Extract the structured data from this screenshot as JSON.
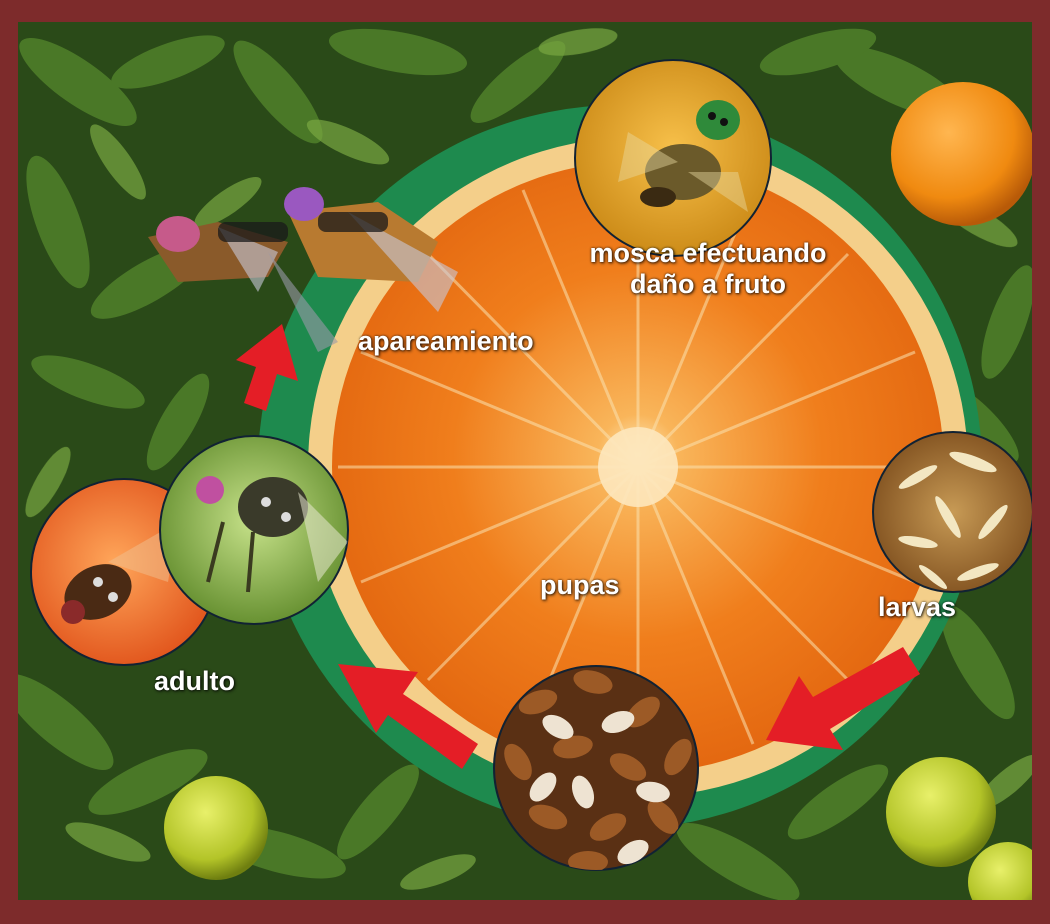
{
  "diagram": {
    "stages": {
      "damage": {
        "label_line1": "mosca efectuando",
        "label_line2": "daño a fruto"
      },
      "mating": {
        "label": "apareamiento"
      },
      "larvae": {
        "label": "larvas"
      },
      "pupae": {
        "label": "pupas"
      },
      "adult": {
        "label": "adulto"
      }
    },
    "colors": {
      "frame": "#7d2b2b",
      "ring": "#1e8a4e",
      "arrow": "#e41e26",
      "orange_flesh": "#f07a1a",
      "orange_rind": "#f5d28a",
      "foliage": "#2f5a1c"
    }
  }
}
